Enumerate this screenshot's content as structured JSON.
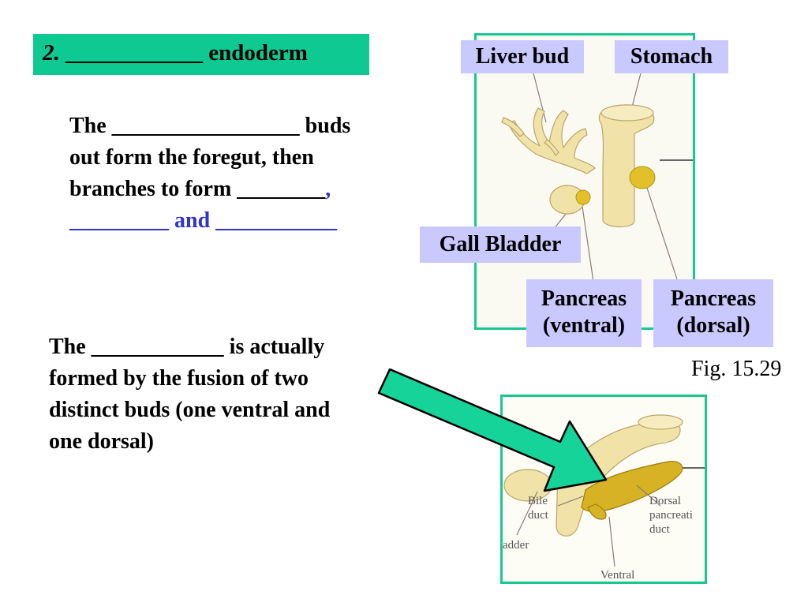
{
  "heading": {
    "number": "2.",
    "blank": "____________",
    "word": "endoderm"
  },
  "paragraph1": {
    "line1": "The _________________ buds",
    "line2": "out form the foregut, then",
    "line3a": "branches to form ________",
    "line3b": ",",
    "line4a": "_________",
    "line4b": " and ",
    "line4c": "___________"
  },
  "paragraph2": {
    "line1": "The ____________ is actually",
    "line2": "formed by the fusion of two",
    "line3": "distinct buds (one ventral and",
    "line4": "one dorsal)"
  },
  "labels": {
    "liver_bud": "Liver bud",
    "stomach": "Stomach",
    "gall_bladder": "Gall Bladder",
    "pancreas_ventral_1": "Pancreas",
    "pancreas_ventral_2": "(ventral)",
    "pancreas_dorsal_1": "Pancreas",
    "pancreas_dorsal_2": "(dorsal)"
  },
  "figure_caption": "Fig. 15.29",
  "figure2_labels": {
    "bile_1": "Bile",
    "bile_2": "duct",
    "dorsal_1": "Dorsal",
    "dorsal_2": "pancreati",
    "dorsal_3": "duct",
    "bladder": "adder",
    "ventral": "Ventral"
  },
  "colors": {
    "box_green": "#0fc992",
    "label_lavender": "#c9c9ff",
    "accent_blue": "#3333cc",
    "arrow_green": "#16d39a"
  }
}
